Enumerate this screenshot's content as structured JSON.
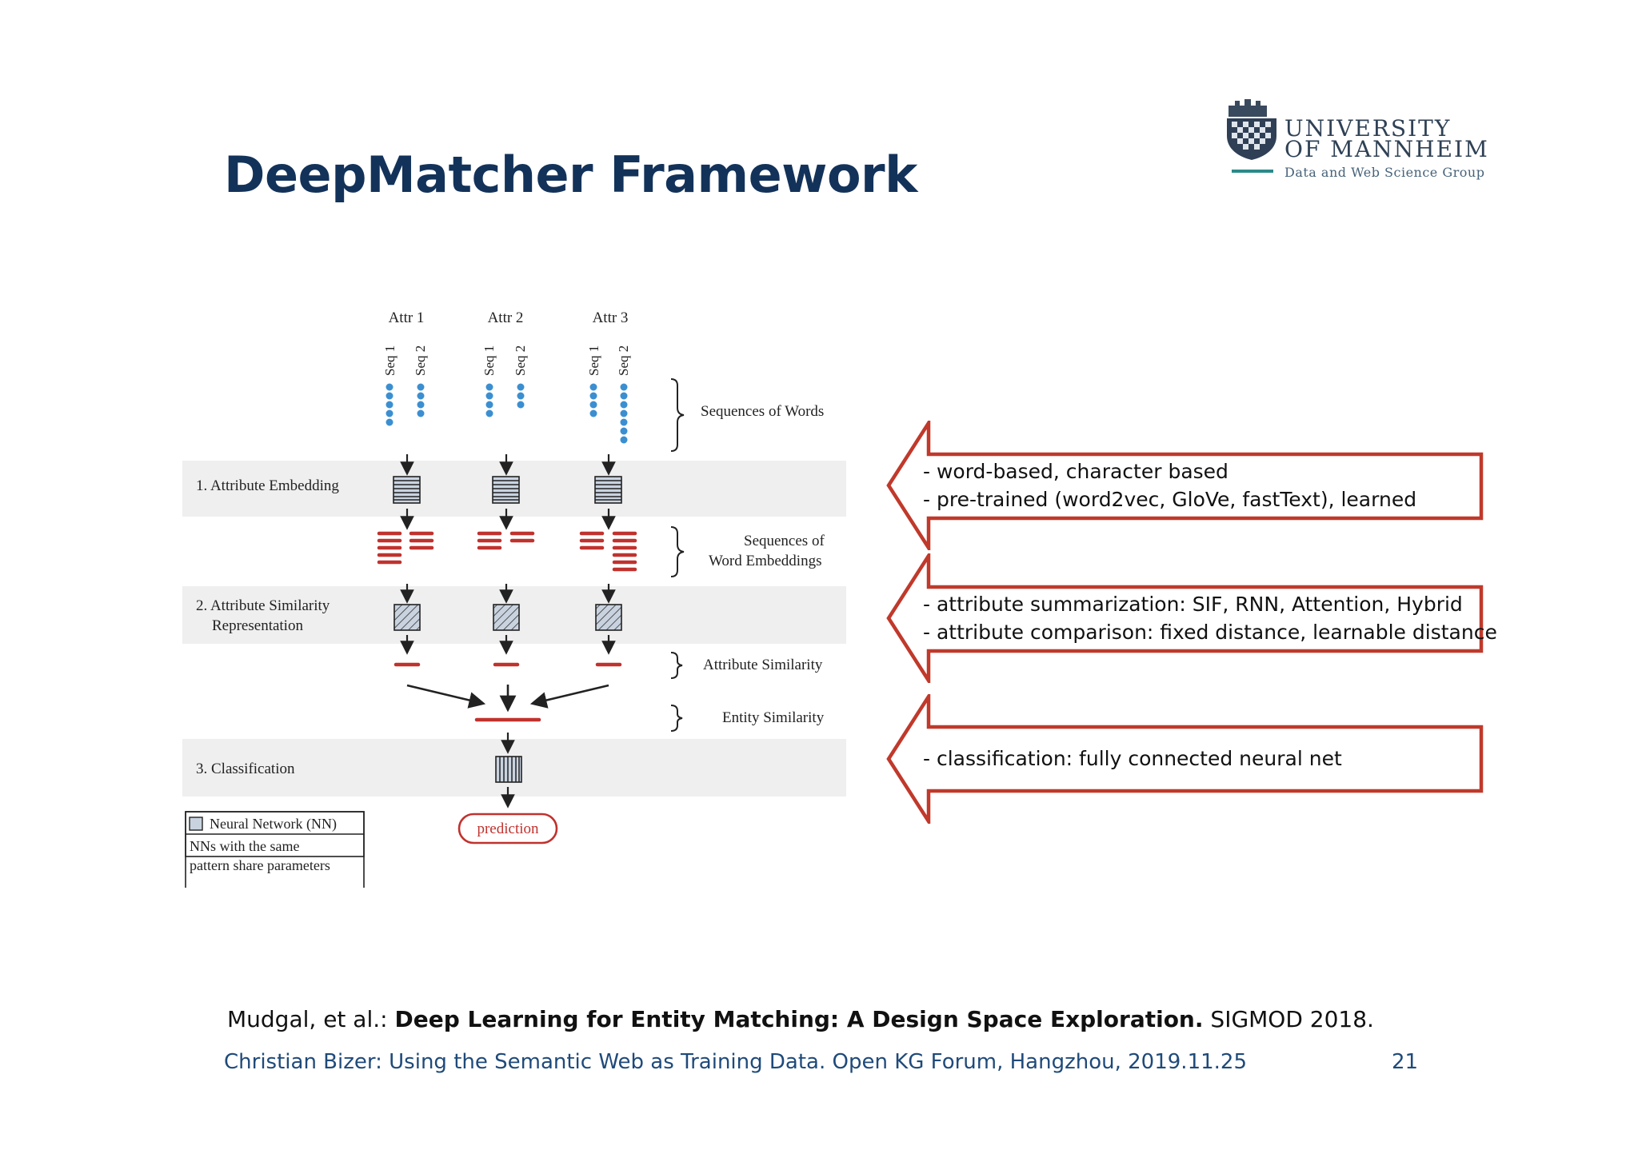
{
  "slide": {
    "title": "DeepMatcher Framework",
    "page_number": "21"
  },
  "logo": {
    "line1": "UNIVERSITY",
    "line2": "OF MANNHEIM",
    "line3": "Data and Web Science Group"
  },
  "diagram": {
    "attributes": [
      {
        "label": "Attr 1",
        "seq1": "Seq 1",
        "seq2": "Seq 2"
      },
      {
        "label": "Attr 2",
        "seq1": "Seq 1",
        "seq2": "Seq 2"
      },
      {
        "label": "Attr 3",
        "seq1": "Seq 1",
        "seq2": "Seq 2"
      }
    ],
    "stages": [
      {
        "label_lines": [
          "1. Attribute Embedding"
        ]
      },
      {
        "label_lines": [
          "2. Attribute Similarity",
          "Representation"
        ]
      },
      {
        "label_lines": [
          "3. Classification"
        ]
      }
    ],
    "braces": [
      {
        "label_lines": [
          "Sequences of Words"
        ]
      },
      {
        "label_lines": [
          "Sequences of",
          "Word Embeddings"
        ]
      },
      {
        "label_lines": [
          "Attribute Similarity"
        ]
      },
      {
        "label_lines": [
          "Entity Similarity"
        ]
      }
    ],
    "output_label": "prediction",
    "legend": {
      "nn": "Neural Network (NN)",
      "shared_line1": "NNs with the same",
      "shared_line2": "pattern share parameters"
    },
    "colors": {
      "band": "#efefef",
      "red": "#c0322e",
      "blue": "#3b8fd1",
      "nn_fill": "#c9d3e0"
    }
  },
  "callouts": [
    {
      "lines": [
        "- word-based, character based",
        "- pre-trained (word2vec, GloVe, fastText), learned"
      ]
    },
    {
      "lines": [
        "- attribute summarization: SIF, RNN, Attention, Hybrid",
        "- attribute comparison: fixed distance, learnable distance"
      ]
    },
    {
      "lines": [
        "- classification: fully connected neural net"
      ]
    }
  ],
  "citation": {
    "authors": "Mudgal, et al.: ",
    "title": "Deep Learning for Entity Matching: A Design Space Exploration.",
    "venue": " SIGMOD 2018."
  },
  "footer": {
    "text": "Christian Bizer: Using the Semantic Web as Training Data. Open KG Forum, Hangzhou, 2019.11.25"
  },
  "callout_color": "#c0392b",
  "title_color": "#13325a"
}
